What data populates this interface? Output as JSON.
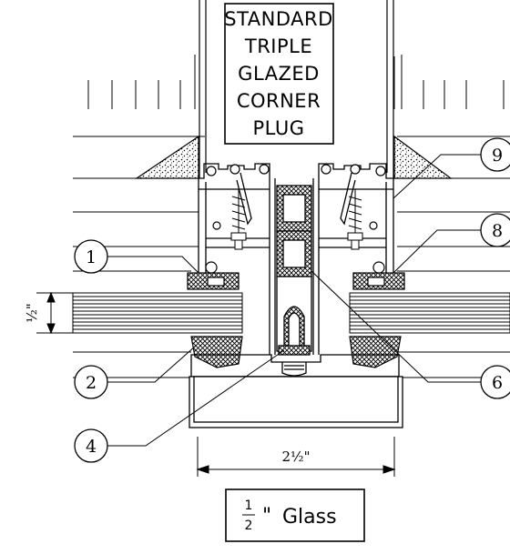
{
  "title_block": {
    "lines": [
      "STANDARD",
      "TRIPLE",
      "GLAZED",
      "CORNER",
      "PLUG"
    ]
  },
  "callouts": [
    {
      "id": "c1",
      "label": "1"
    },
    {
      "id": "c2",
      "label": "2"
    },
    {
      "id": "c4",
      "label": "4"
    },
    {
      "id": "c6",
      "label": "6"
    },
    {
      "id": "c8",
      "label": "8"
    },
    {
      "id": "c9",
      "label": "9"
    }
  ],
  "dimensions": {
    "glass_thickness": "½\"",
    "mullion_width": "2½\""
  },
  "glass_label": {
    "numerator": "1",
    "denominator": "2",
    "unit": "\"",
    "word": "Glass"
  },
  "colors": {
    "line": "#000000",
    "background": "#ffffff",
    "hatch": "#000000"
  }
}
